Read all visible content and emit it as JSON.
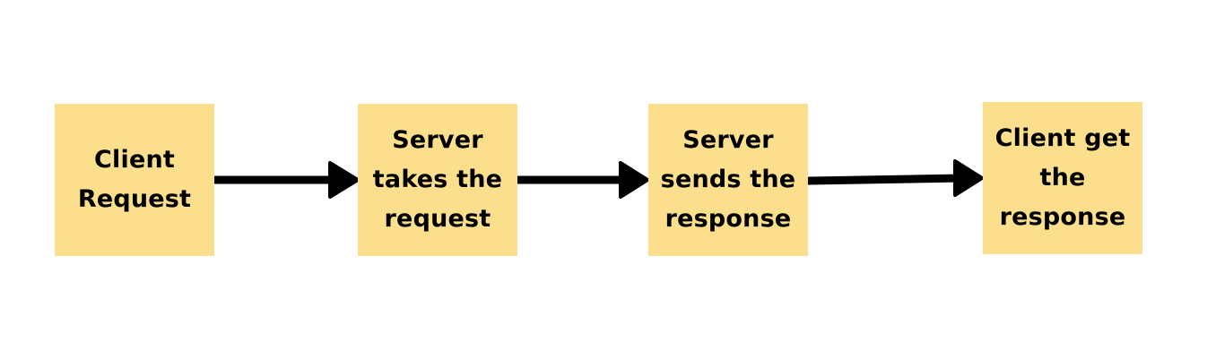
{
  "diagram": {
    "type": "flow",
    "direction": "left-to-right",
    "colors": {
      "node_fill": "#fbdf8d",
      "text": "#000000",
      "arrow": "#000000",
      "background": "#ffffff"
    },
    "nodes": [
      {
        "id": "client-request",
        "lines": [
          "Client",
          "Request"
        ]
      },
      {
        "id": "server-takes-request",
        "lines": [
          "Server",
          "takes the",
          "request"
        ]
      },
      {
        "id": "server-sends-response",
        "lines": [
          "Server",
          "sends the",
          "response"
        ]
      },
      {
        "id": "client-get-response",
        "lines": [
          "Client get",
          "the",
          "response"
        ]
      }
    ],
    "edges": [
      {
        "from": "client-request",
        "to": "server-takes-request"
      },
      {
        "from": "server-takes-request",
        "to": "server-sends-response"
      },
      {
        "from": "server-sends-response",
        "to": "client-get-response"
      }
    ]
  }
}
